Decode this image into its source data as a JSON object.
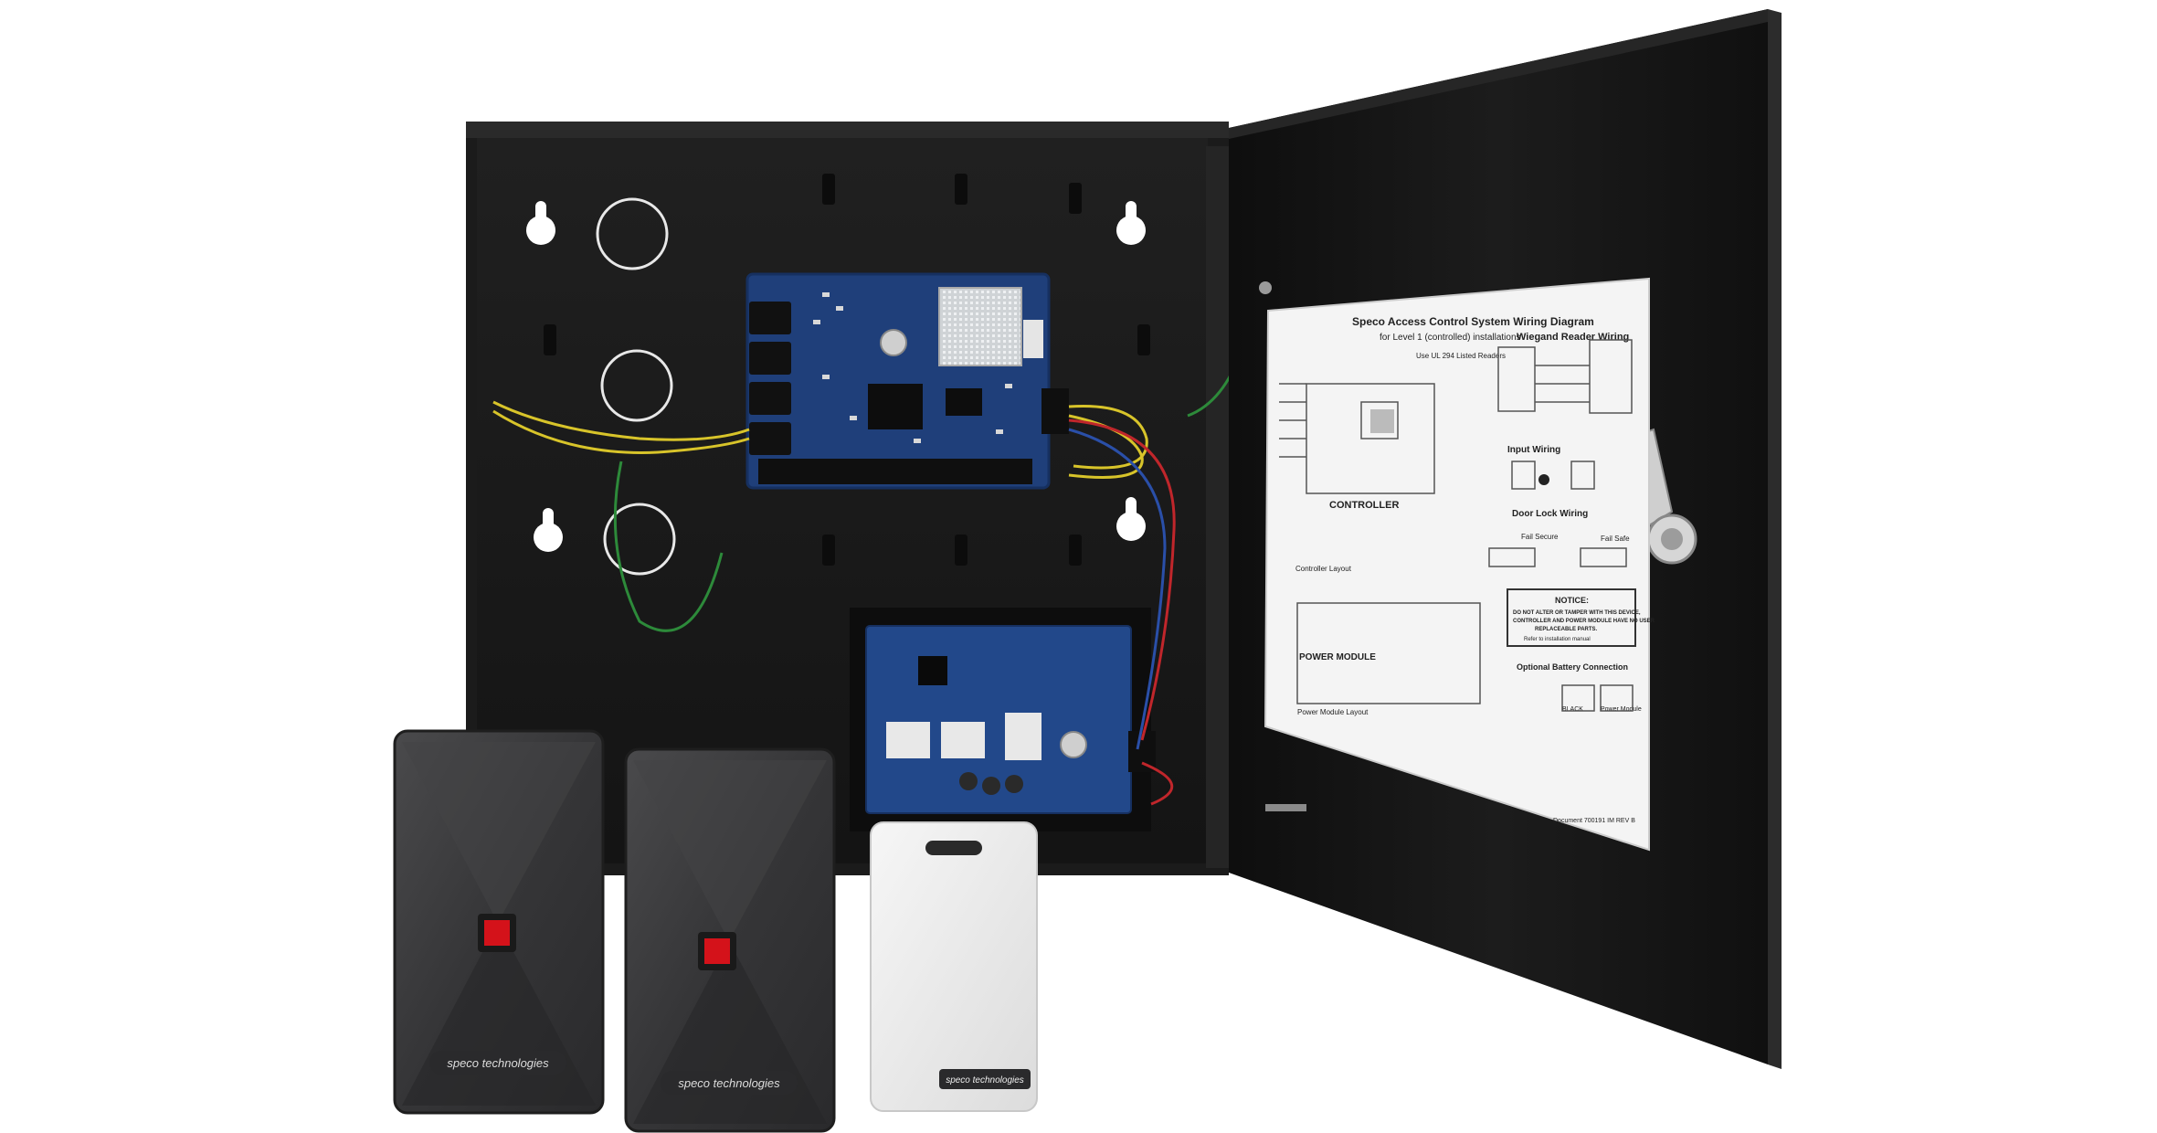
{
  "diagram": {
    "title": "Speco Access Control System Wiring Diagram",
    "subtitle": "for Level 1 (controlled) installations",
    "wiegand": "Wiegand Reader Wiring",
    "input": "Input Wiring",
    "door_lock": "Door Lock Wiring",
    "controller": "CONTROLLER",
    "power_module": "POWER MODULE",
    "controller_layout": "Controller Layout",
    "power_module_layout": "Power Module Layout",
    "battery": "Optional Battery Connection",
    "notice_title": "NOTICE:",
    "notice_lines": [
      "DO NOT ALTER OR TAMPER WITH THIS DEVICE,",
      "CONTROLLER AND POWER MODULE HAVE NO USER",
      "REPLACEABLE PARTS."
    ],
    "notice_small": "Refer to installation manual",
    "ul_note": "Use UL 294 Listed Readers",
    "fail_secure": "Fail Secure",
    "fail_safe": "Fail Safe",
    "black": "BLACK",
    "power_label": "Power Module",
    "footer": "Document 700191 IM REV B"
  },
  "readers": [
    {
      "brand": "speco technologies"
    },
    {
      "brand": "speco technologies"
    }
  ],
  "card": {
    "brand": "speco technologies"
  },
  "colors": {
    "enclosure": "#1a1a1a",
    "door": "#151515",
    "pcb": "#1f3f7a",
    "reader": "#3a3a3c",
    "card": "#eeeeee",
    "led": "#d4121a",
    "wire_yellow": "#d8c42a",
    "wire_green": "#2d8a3a",
    "wire_red": "#c0262b",
    "wire_blue": "#2a4fa8"
  }
}
